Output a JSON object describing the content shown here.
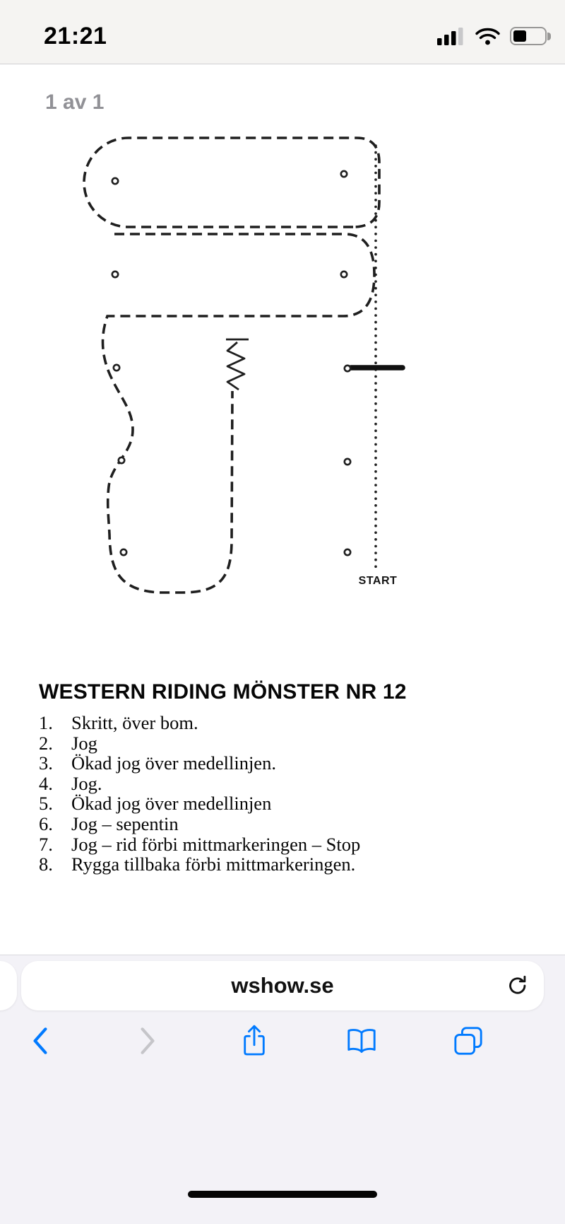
{
  "status_bar": {
    "time": "21:21"
  },
  "viewer": {
    "page_indicator": "1 av 1",
    "diagram": {
      "start_label": "START"
    }
  },
  "document": {
    "title": "WESTERN RIDING MÖNSTER NR 12",
    "steps": [
      {
        "num": "1.",
        "text": "Skritt, över bom."
      },
      {
        "num": "2.",
        "text": "Jog"
      },
      {
        "num": "3.",
        "text": "Ökad jog över medellinjen."
      },
      {
        "num": "4.",
        "text": "Jog."
      },
      {
        "num": "5.",
        "text": "Ökad jog över medellinjen"
      },
      {
        "num": "6.",
        "text": "Jog – sepentin"
      },
      {
        "num": "7.",
        "text": "Jog – rid förbi mittmarkeringen – Stop"
      },
      {
        "num": "8.",
        "text": "Rygga tillbaka förbi mittmarkeringen."
      }
    ]
  },
  "browser": {
    "address": "wshow.se"
  },
  "colors": {
    "accent": "#007AFF",
    "disabled": "#c5c5c9",
    "chrome_bg": "#f3f2f7",
    "ink": "#1f1f1f",
    "muted_text": "#919196"
  }
}
